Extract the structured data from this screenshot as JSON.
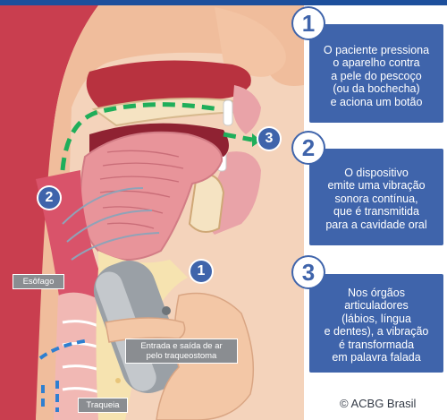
{
  "steps": [
    {
      "number": "1",
      "lines": [
        "O paciente pressiona",
        "o aparelho contra",
        "a pele do pescoço",
        "(ou da bochecha)",
        "e aciona um botão"
      ]
    },
    {
      "number": "2",
      "lines": [
        "O dispositivo",
        "emite uma vibração",
        "sonora contínua,",
        "que é transmitida",
        "para a cavidade oral"
      ]
    },
    {
      "number": "3",
      "lines": [
        "Nos órgãos",
        "articuladores",
        "(lábios, língua",
        "e dentes), a vibração",
        "é transformada",
        "em palavra falada"
      ]
    }
  ],
  "diagram_markers": {
    "m1": "1",
    "m2": "2",
    "m3": "3"
  },
  "labels": {
    "esofago": "Esôfago",
    "traqueostoma": [
      "Entrada e saída de ar",
      "pelo traqueostoma"
    ],
    "traqueia": "Traqueia"
  },
  "credit": "© ACBG Brasil",
  "colors": {
    "box_blue": "#3f64ab",
    "arrow_green": "#1fae5a",
    "airflow_blue": "#2e7fd0",
    "tissue_pink": "#e9a3a8",
    "skin": "#f2c9ac"
  }
}
